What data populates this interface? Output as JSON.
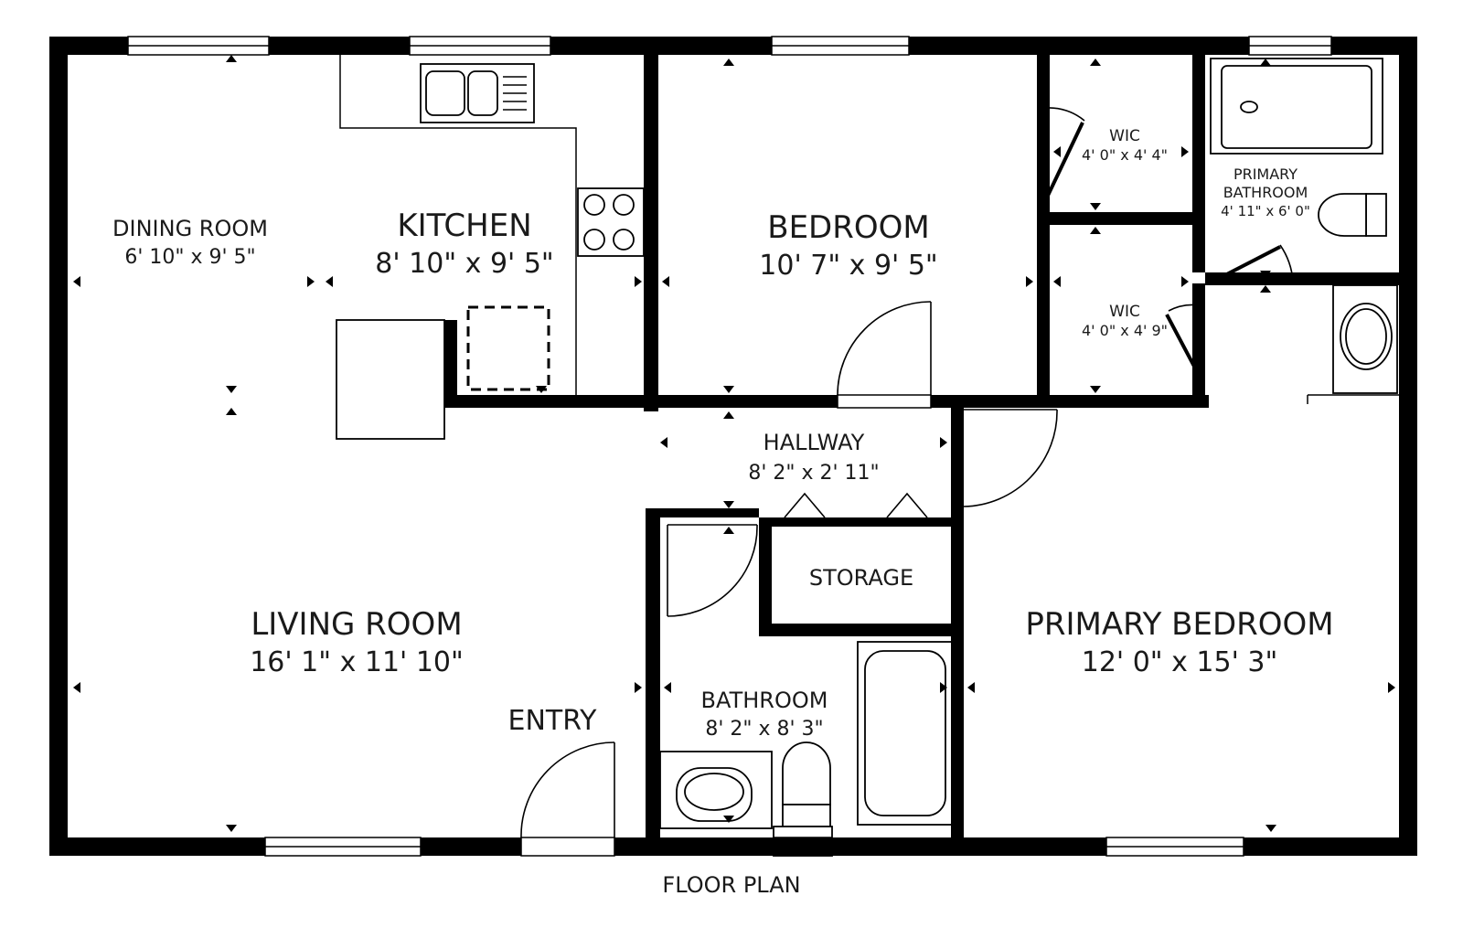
{
  "plan_title": "FLOOR PLAN",
  "rooms": [
    {
      "id": "dining-room",
      "name": "DINING ROOM",
      "dims": "6' 10\" x 9' 5\""
    },
    {
      "id": "kitchen",
      "name": "KITCHEN",
      "dims": "8' 10\" x 9' 5\""
    },
    {
      "id": "bedroom",
      "name": "BEDROOM",
      "dims": "10' 7\" x 9' 5\""
    },
    {
      "id": "wic-upper",
      "name": "WIC",
      "dims": "4' 0\" x 4' 4\""
    },
    {
      "id": "wic-lower",
      "name": "WIC",
      "dims": "4' 0\" x 4' 9\""
    },
    {
      "id": "primary-bathroom",
      "name_line1": "PRIMARY",
      "name_line2": "BATHROOM",
      "dims": "4' 11\" x 6' 0\""
    },
    {
      "id": "hallway",
      "name": "HALLWAY",
      "dims": "8' 2\" x 2' 11\""
    },
    {
      "id": "storage",
      "name": "STORAGE"
    },
    {
      "id": "living-room",
      "name": "LIVING ROOM",
      "dims": "16' 1\" x 11' 10\""
    },
    {
      "id": "entry",
      "name": "ENTRY"
    },
    {
      "id": "bathroom",
      "name": "BATHROOM",
      "dims": "8' 2\" x 8' 3\""
    },
    {
      "id": "primary-bedroom",
      "name": "PRIMARY BEDROOM",
      "dims": "12' 0\" x 15' 3\""
    }
  ]
}
